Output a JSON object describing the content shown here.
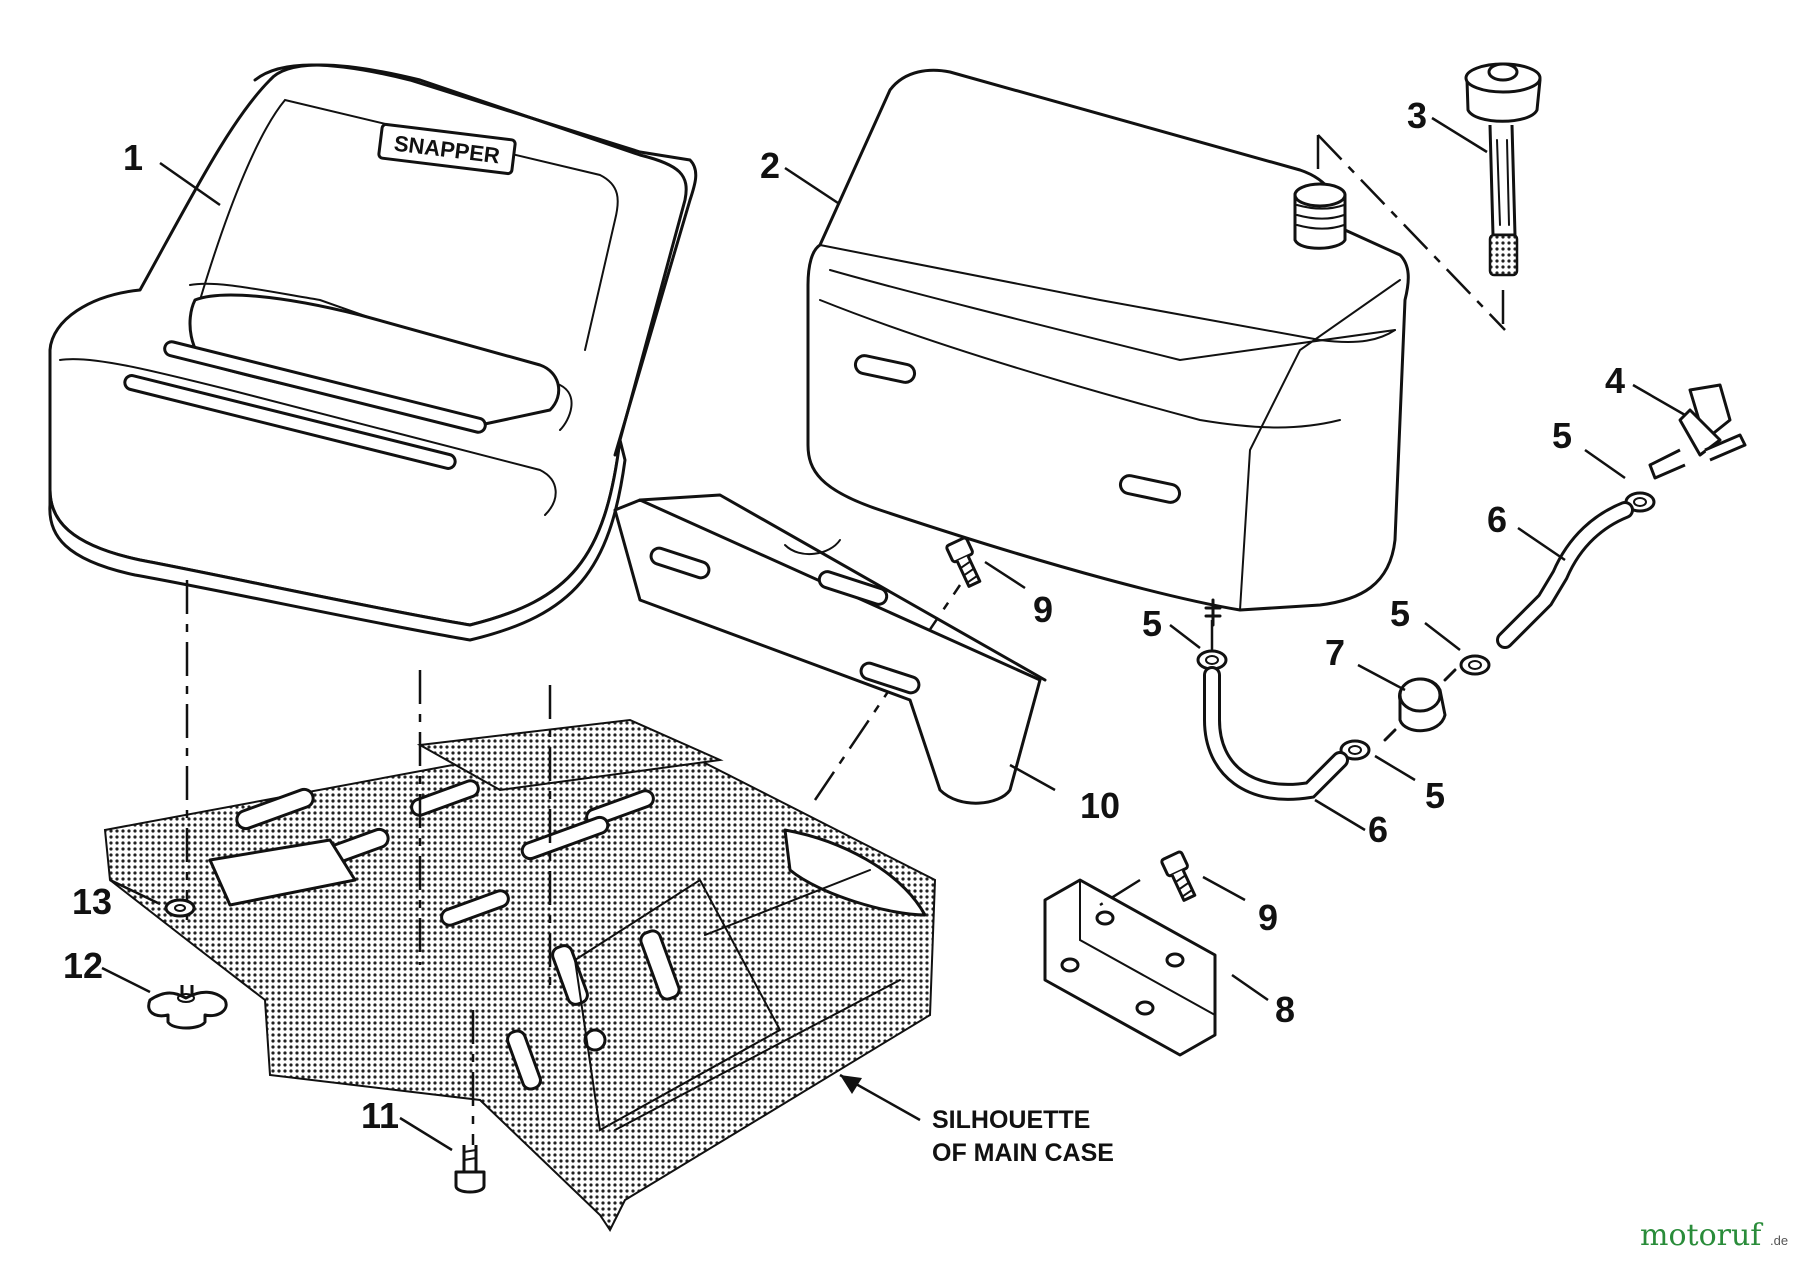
{
  "seat_logo": "SNAPPER",
  "callouts": {
    "c1": "1",
    "c2": "2",
    "c3": "3",
    "c4": "4",
    "c5a": "5",
    "c5b": "5",
    "c5c": "5",
    "c5d": "5",
    "c6a": "6",
    "c6b": "6",
    "c7": "7",
    "c8": "8",
    "c9a": "9",
    "c9b": "9",
    "c10": "10",
    "c11": "11",
    "c12": "12",
    "c13": "13"
  },
  "note": {
    "line1": "SILHOUETTE",
    "line2": "OF MAIN CASE"
  },
  "watermark": {
    "name": "motoruf",
    "suffix": ".de"
  }
}
